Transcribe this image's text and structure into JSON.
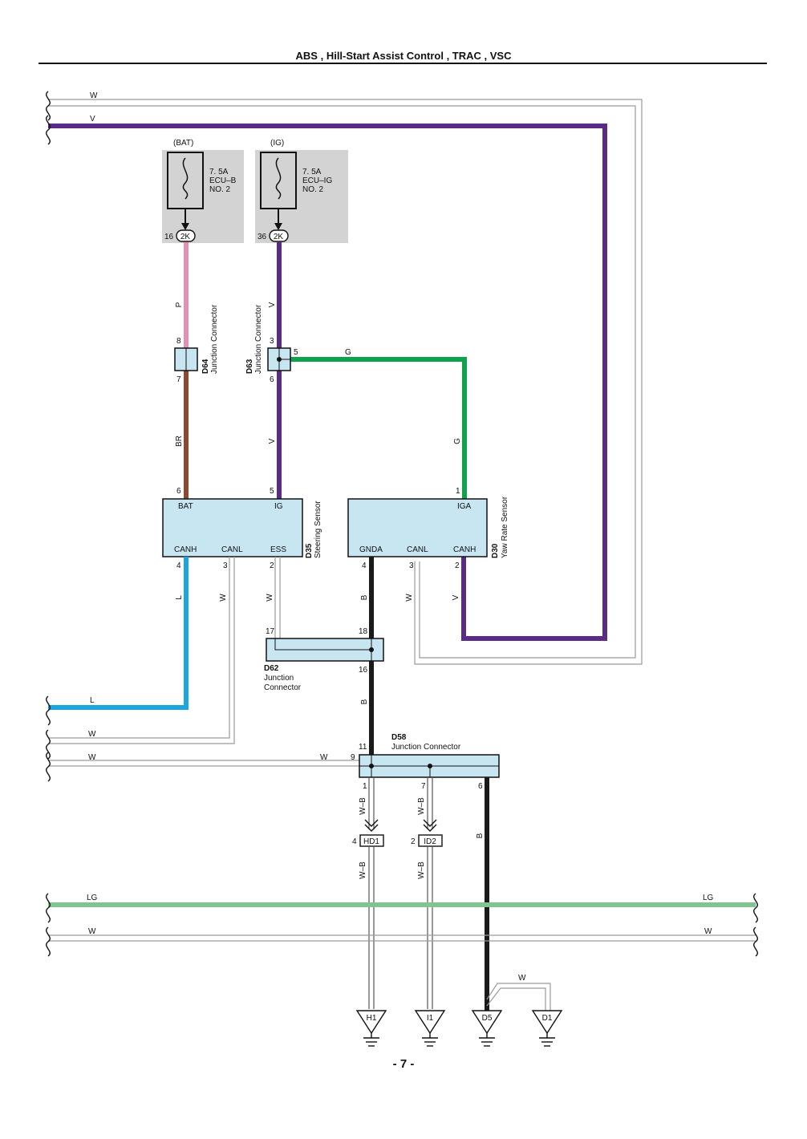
{
  "page": {
    "title": "ABS , Hill-Start Assist Control , TRAC , VSC",
    "page_number": "- 7 -"
  },
  "colors": {
    "W": "#bdbdbd",
    "V": "#5b2a86",
    "P": "#e58fb6",
    "BR": "#8b4a2f",
    "G": "#0fa24b",
    "B": "#1a1a1a",
    "L": "#1ca5de",
    "LG": "#7ec592",
    "box_fill": "#c8e6f2",
    "fuse_panel": "#d3d3d3"
  },
  "wire_labels": {
    "top_w": "W",
    "top_v": "V",
    "d64_in": "P",
    "d63_in": "V",
    "d63_g": "G",
    "br": "BR",
    "v_mid": "V",
    "g_vert": "G",
    "canh": "L",
    "canl": "W",
    "ess": "W",
    "gnda": "B",
    "canl2": "W",
    "canh2": "V",
    "b_mid": "B",
    "left_l": "L",
    "left_w1": "W",
    "left_w2": "W",
    "w9": "W",
    "wb1": "W–B",
    "wb2": "W–B",
    "wb3": "W–B",
    "wb4": "W–B",
    "b6": "B",
    "lg_left": "LG",
    "lg_right": "LG",
    "w_left": "W",
    "w_right": "W",
    "w_gnd": "W"
  },
  "fuses": [
    {
      "source": "(BAT)",
      "rating": "7. 5A",
      "name_1": "ECU–B",
      "name_2": "NO. 2",
      "pin": "16",
      "connector": "2K"
    },
    {
      "source": "(IG)",
      "rating": "7. 5A",
      "name_1": "ECU–IG",
      "name_2": "NO. 2",
      "pin": "36",
      "connector": "2K"
    }
  ],
  "components": {
    "d64": {
      "code": "D64",
      "name": "Junction Connector",
      "pin_in": "8",
      "pin_out": "7"
    },
    "d63": {
      "code": "D63",
      "name": "Junction Connector",
      "pin_in": "3",
      "pin_out": "6",
      "pin_g": "5"
    },
    "d35": {
      "code": "D35",
      "name": "Steering Sensor",
      "bat": "BAT",
      "ig": "IG",
      "canh": "CANH",
      "canl": "CANL",
      "ess": "ESS",
      "pin_bat": "6",
      "pin_ig": "5",
      "pin_canh": "4",
      "pin_canl": "3",
      "pin_ess": "2"
    },
    "d30": {
      "code": "D30",
      "name": "Yaw Rate Sensor",
      "iga": "IGA",
      "gnda": "GNDA",
      "canl": "CANL",
      "canh": "CANH",
      "pin_iga": "1",
      "pin_gnda": "4",
      "pin_canl": "3",
      "pin_canh": "2"
    },
    "d62": {
      "code": "D62",
      "name_1": "Junction",
      "name_2": "Connector",
      "pin_17": "17",
      "pin_18": "18",
      "pin_16": "16"
    },
    "d58": {
      "code": "D58",
      "name": "Junction Connector",
      "pin_11": "11",
      "pin_9": "9",
      "pin_1": "1",
      "pin_7": "7",
      "pin_6": "6"
    },
    "hd1": {
      "code": "HD1",
      "pin": "4"
    },
    "id2": {
      "code": "ID2",
      "pin": "2"
    }
  },
  "grounds": [
    "H1",
    "I1",
    "D5",
    "D1"
  ]
}
